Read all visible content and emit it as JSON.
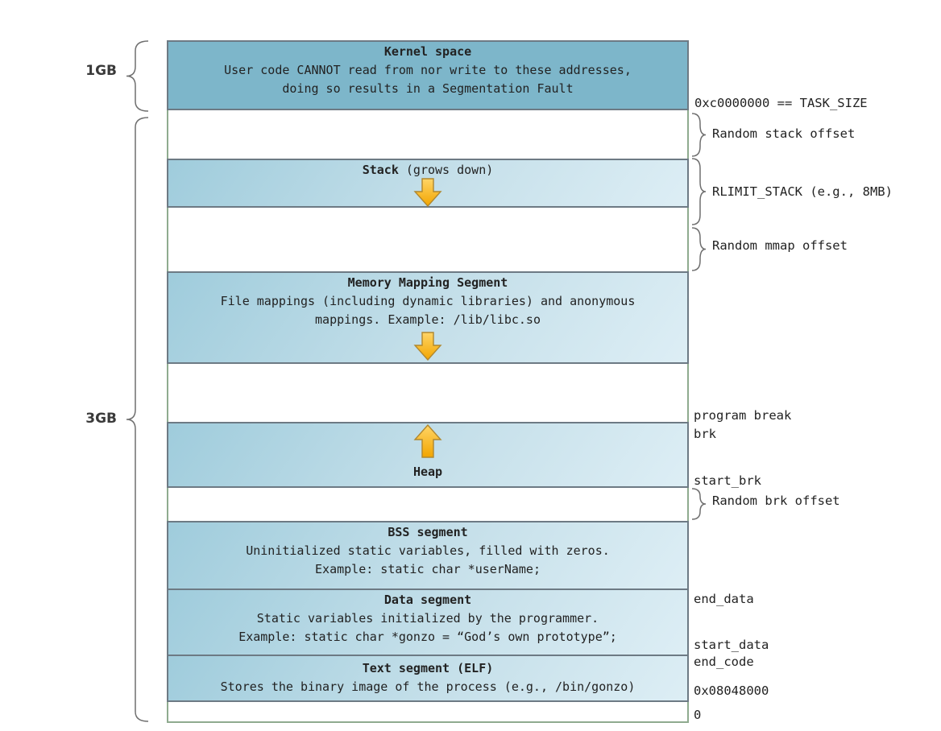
{
  "left_labels": {
    "one_gb": "1GB",
    "three_gb": "3GB"
  },
  "segments": {
    "kernel": {
      "title": "Kernel space",
      "line1": "User code CANNOT read from nor write to these addresses,",
      "line2": "doing so results in a Segmentation Fault"
    },
    "stack": {
      "title_bold": "Stack",
      "title_rest": " (grows down)"
    },
    "mmap": {
      "title": "Memory Mapping Segment",
      "line1": "File mappings (including dynamic libraries) and anonymous",
      "line2": "mappings. Example: /lib/libc.so"
    },
    "heap": {
      "title": "Heap"
    },
    "bss": {
      "title": "BSS segment",
      "line1": "Uninitialized static variables, filled with zeros.",
      "line2": "Example: static char *userName;"
    },
    "data": {
      "title": "Data segment",
      "line1": "Static variables initialized by the programmer.",
      "line2": "Example: static char *gonzo = “God’s own prototype”;"
    },
    "text": {
      "title": "Text segment (ELF)",
      "line1": "Stores the binary image of the process (e.g., /bin/gonzo)"
    }
  },
  "right_labels": {
    "task_size": "0xc0000000 == TASK_SIZE",
    "random_stack": "Random stack offset",
    "rlimit_stack": "RLIMIT_STACK (e.g., 8MB)",
    "random_mmap": "Random mmap offset",
    "program_break": "program break",
    "brk": "brk",
    "start_brk": "start_brk",
    "random_brk": "Random brk offset",
    "end_data": "end_data",
    "start_data": "start_data",
    "end_code": "end_code",
    "text_start_addr": "0x08048000",
    "zero": "0"
  },
  "colors": {
    "kernel_fill": "#7db6ca",
    "box_grad_dark": "#9fccdc",
    "box_grad_light": "#ddeef5",
    "box_border": "#6d7a84",
    "outer_border": "#8fab8f",
    "arrow_light": "#ffd567",
    "arrow_dark": "#f2a500",
    "arrow_border": "#b0872f",
    "brace": "#6f6f6f",
    "text": "#222222"
  }
}
